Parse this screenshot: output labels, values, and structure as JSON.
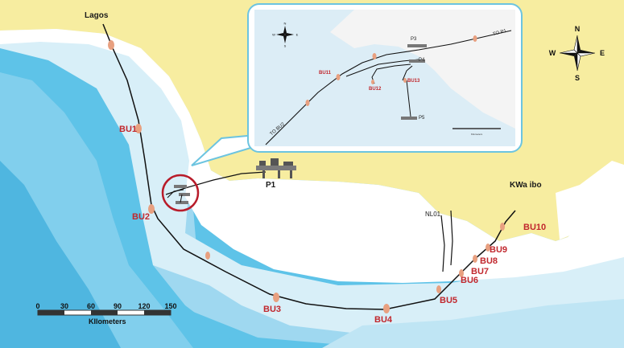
{
  "map": {
    "colors": {
      "land": "#f7eda0",
      "deep_water": "#5ec3e8",
      "mid_water": "#9fd8f0",
      "shallow_water": "#d8eff8",
      "coast": "#ffffff",
      "pipeline": "#111111",
      "segment_marker": "#e8a080",
      "label_red": "#c1272d",
      "callout_border": "#6cc4e0",
      "highlight_circle": "#b81c2a"
    },
    "places": {
      "lagos": "Lagos",
      "kwa_ibo": "KWa ibo",
      "nl01": "NL01",
      "p1": "P1"
    },
    "segments": {
      "bu1": "BU1",
      "bu2": "BU2",
      "bu3": "BU3",
      "bu4": "BU4",
      "bu5": "BU5",
      "bu6": "BU6",
      "bu7": "BU7",
      "bu8": "BU8",
      "bu9": "BU9",
      "bu10": "BU10"
    },
    "compass": {
      "n": "N",
      "s": "S",
      "e": "E",
      "w": "W"
    },
    "scale_bar": {
      "ticks": [
        "0",
        "30",
        "60",
        "90",
        "120",
        "150"
      ],
      "unit": "KIlometers"
    },
    "inset": {
      "labels": {
        "bu11": "BU11",
        "bu12": "BU12",
        "bu13": "BU13",
        "p3": "P3",
        "p4": "P4",
        "p5": "P5",
        "to_p1": "TO P1",
        "to_bu2": "TO BU2"
      },
      "compass": {
        "n": "N",
        "s": "S",
        "e": "E",
        "w": "W"
      },
      "scale_unit": "Kilometers"
    }
  }
}
